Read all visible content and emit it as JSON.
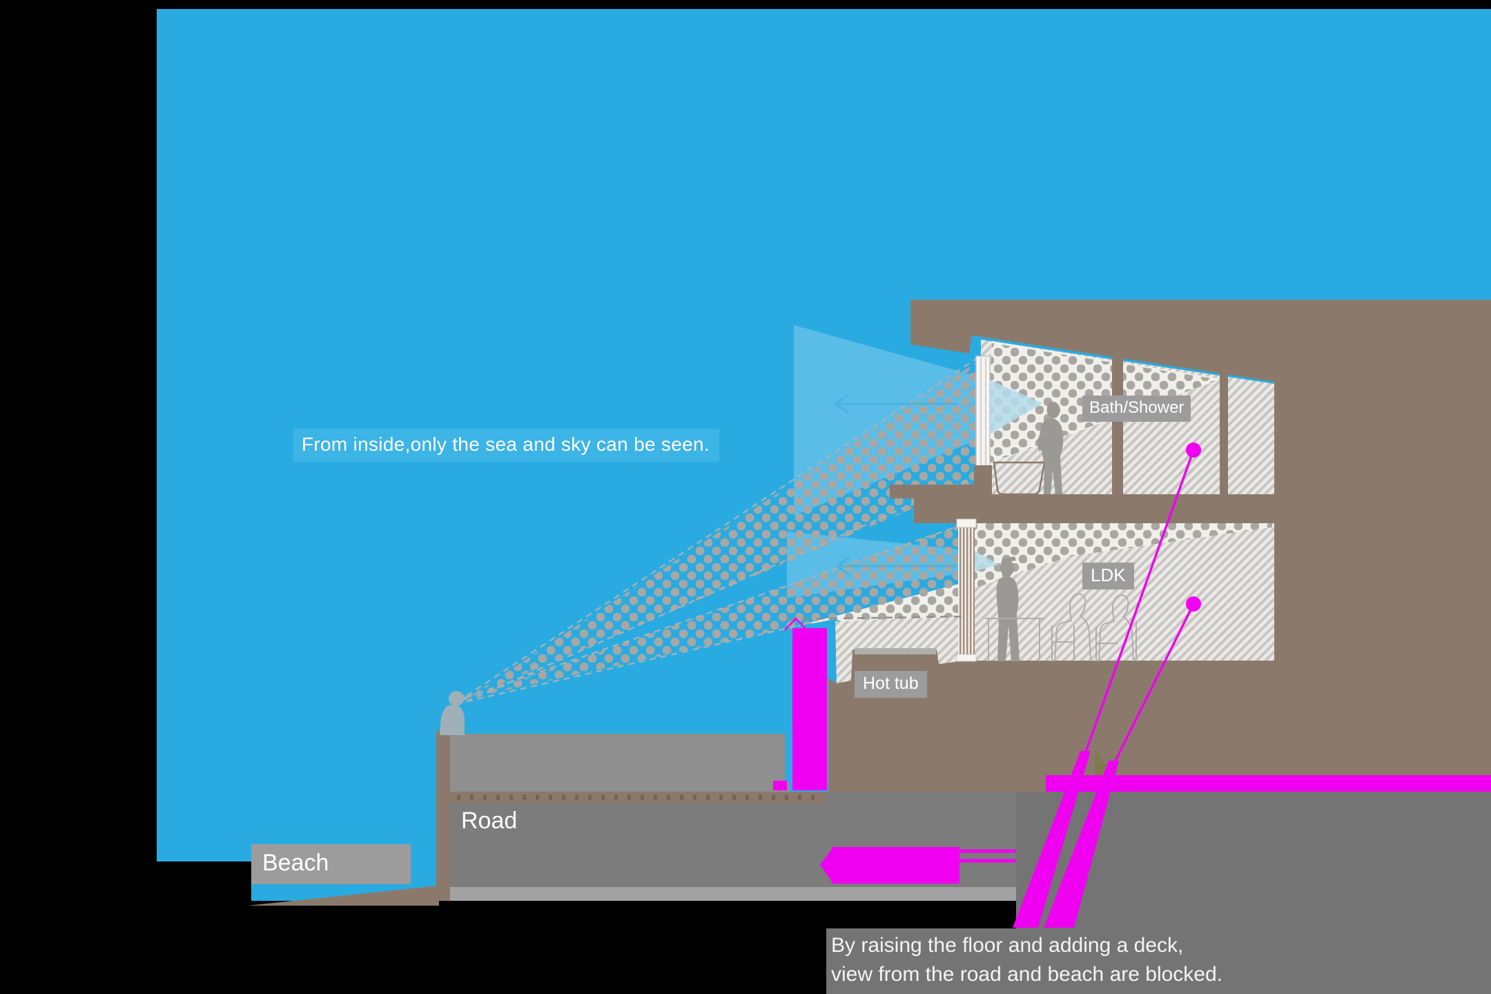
{
  "diagram": {
    "annotations": {
      "inside_view": "From inside,only the sea and sky can be seen.",
      "deck_line1": "By raising the floor and adding a deck,",
      "deck_line2": "view from the road and beach are blocked."
    },
    "room_labels": {
      "bath": "Bath/Shower",
      "ldk": "LDK",
      "hot_tub": "Hot tub"
    },
    "site_labels": {
      "beach": "Beach",
      "road": "Road"
    },
    "colors": {
      "sky_and_sea": "#29abe2",
      "annotation_highlight": "#3cb4e6",
      "building_brown": "#8b7a6c",
      "road_gray": "#8f8f8f",
      "under_deck_gray": "#747474",
      "label_gray": "#9c9c9c",
      "deck_highlight_magenta": "#f000f0",
      "view_cone_dots": "#a9a7a3",
      "view_arrow_blue": "#45b2de",
      "interior_cream": "#f1efe9"
    }
  }
}
